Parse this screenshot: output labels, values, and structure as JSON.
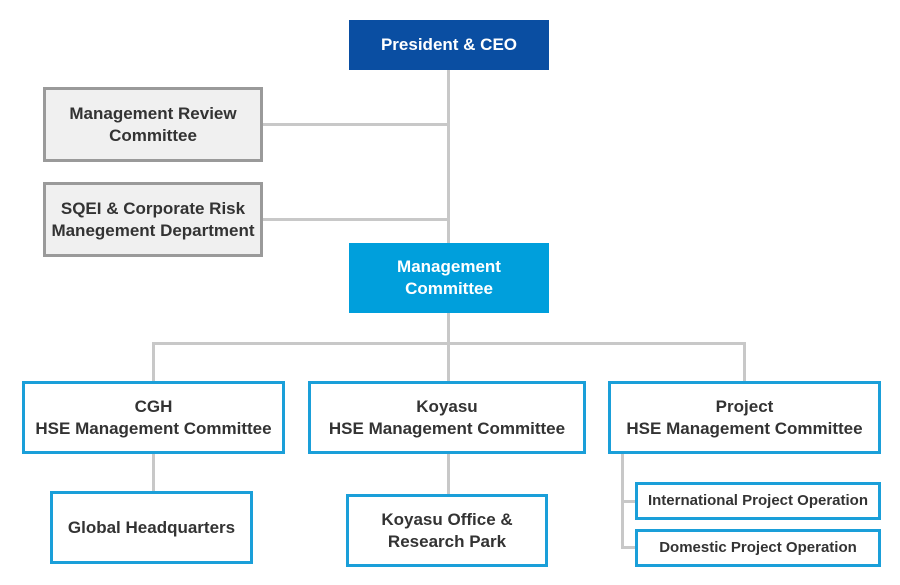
{
  "org_chart": {
    "top": "President & CEO",
    "advisory": [
      "Management Review\nCommittee",
      "SQEI & Corporate Risk\nManegement Department"
    ],
    "management": "Management\nCommittee",
    "hse_committees": [
      "CGH\nHSE Management Committee",
      "Koyasu\nHSE Management Committee",
      "Project\nHSE Management Committee"
    ],
    "units": [
      "Global Headquarters",
      "Koyasu Office &\nResearch Park",
      "International Project Operation",
      "Domestic Project Operation"
    ]
  },
  "colors": {
    "top_fill": "#0a4ea2",
    "management_fill": "#009fdc",
    "outline_border": "#1a9fd9",
    "gray_border": "#9a9a9a",
    "gray_fill": "#f0f0f0",
    "connector": "#c8c8c8",
    "text": "#333333"
  }
}
